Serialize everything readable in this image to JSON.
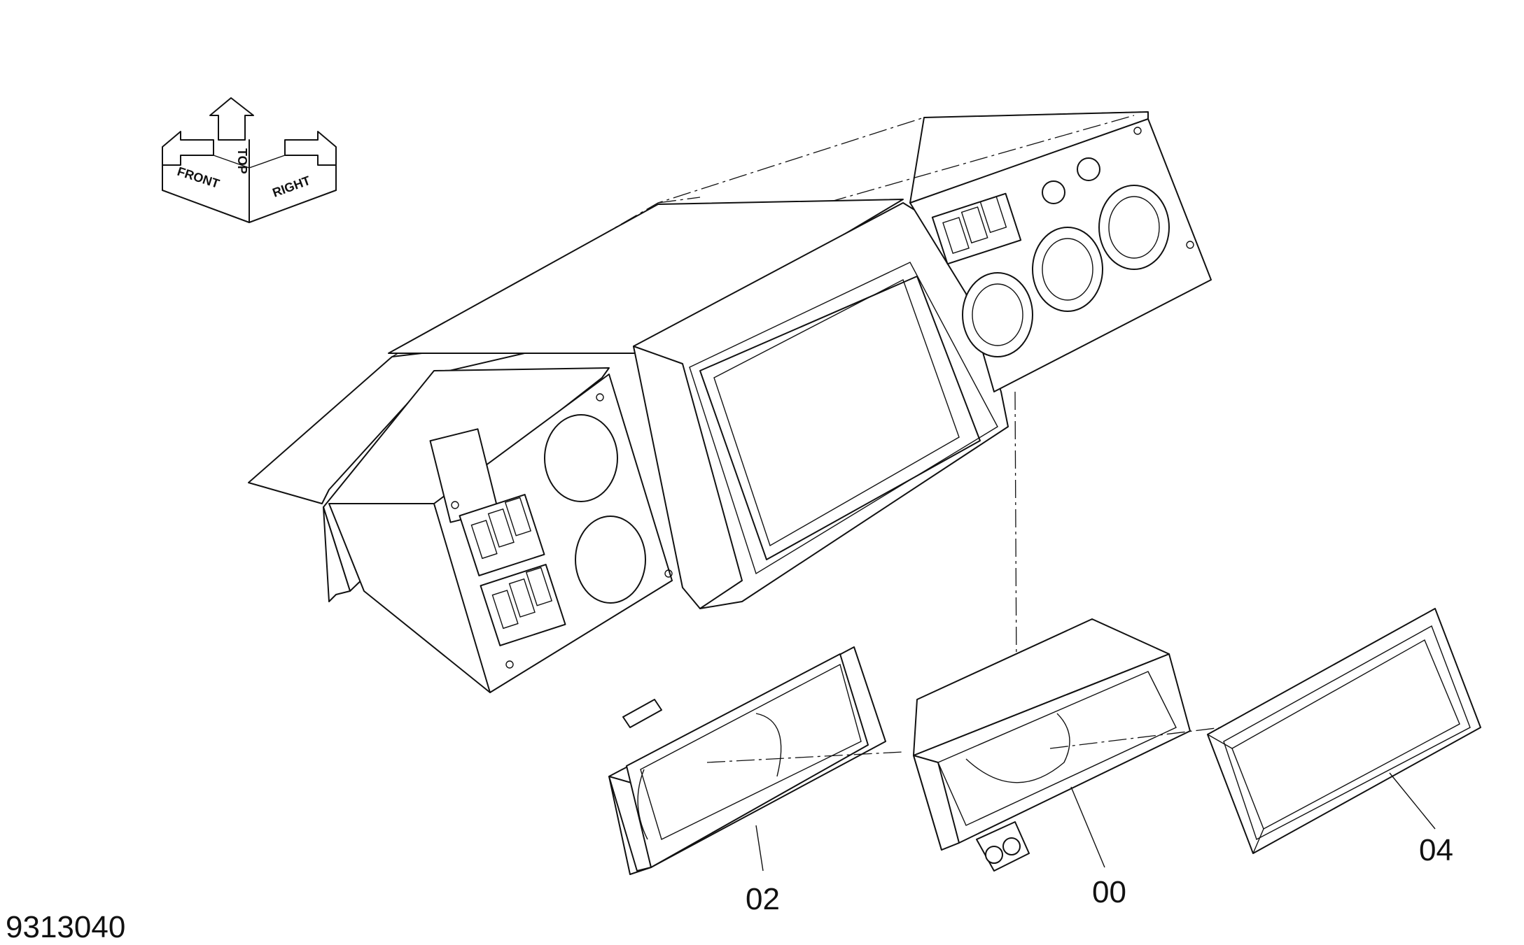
{
  "drawing_number": "9313040",
  "orientation": {
    "front": "FRONT",
    "top": "TOP",
    "right": "RIGHT"
  },
  "callouts": [
    {
      "id": "02"
    },
    {
      "id": "00"
    },
    {
      "id": "04"
    }
  ]
}
